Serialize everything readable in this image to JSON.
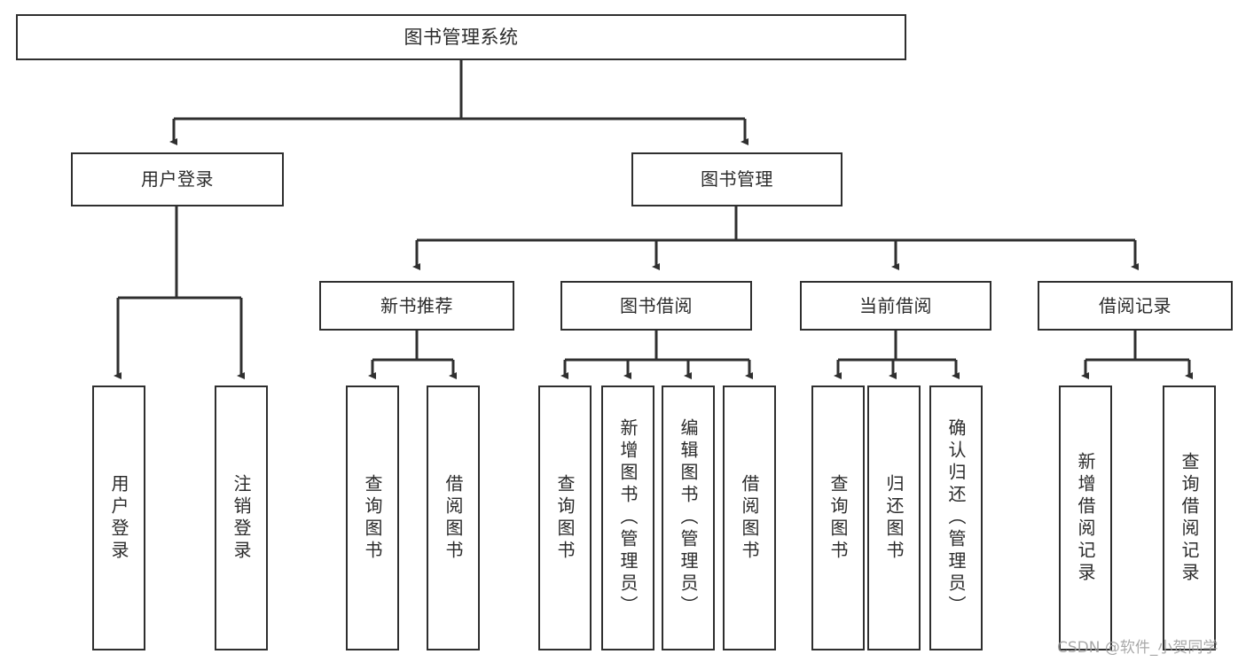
{
  "diagram": {
    "title": "图书管理系统",
    "root": {
      "label": "图书管理系统"
    },
    "level2": [
      {
        "label": "用户登录"
      },
      {
        "label": "图书管理"
      }
    ],
    "level3": [
      {
        "label": "新书推荐"
      },
      {
        "label": "图书借阅"
      },
      {
        "label": "当前借阅"
      },
      {
        "label": "借阅记录"
      }
    ],
    "leaves": {
      "user_login": [
        {
          "label": "用户登录"
        },
        {
          "label": "注销登录"
        }
      ],
      "new_book_recommend": [
        {
          "label": "查询图书"
        },
        {
          "label": "借阅图书"
        }
      ],
      "book_borrow": [
        {
          "label": "查询图书"
        },
        {
          "label": "新增图书（管理员）"
        },
        {
          "label": "编辑图书（管理员）"
        },
        {
          "label": "借阅图书"
        }
      ],
      "current_borrow": [
        {
          "label": "查询图书"
        },
        {
          "label": "归还图书"
        },
        {
          "label": "确认归还（管理员）"
        }
      ],
      "borrow_record": [
        {
          "label": "新增借阅记录"
        },
        {
          "label": "查询借阅记录"
        }
      ]
    }
  },
  "watermark": {
    "text": "CSDN @软件_小贺同学"
  },
  "colors": {
    "stroke": "#2f2f2f",
    "text": "#2b2b2b",
    "background": "#ffffff",
    "watermark": "#9b9b9b"
  }
}
